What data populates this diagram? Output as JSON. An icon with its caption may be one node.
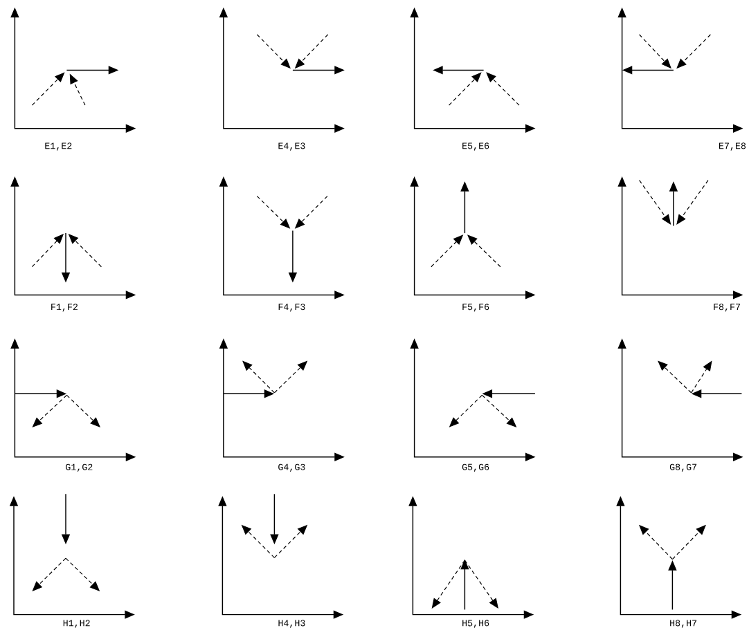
{
  "diagram": {
    "labels": [
      "E1,E2",
      "E4,E3",
      "E5,E6",
      "E7,E8",
      "F1,F2",
      "F4,F3",
      "F5,F6",
      "F8,F7",
      "G1,G2",
      "G4,G3",
      "G5,G6",
      "G8,G7",
      "H1,H2",
      "H4,H3",
      "H5,H6",
      "H8,H7"
    ]
  }
}
